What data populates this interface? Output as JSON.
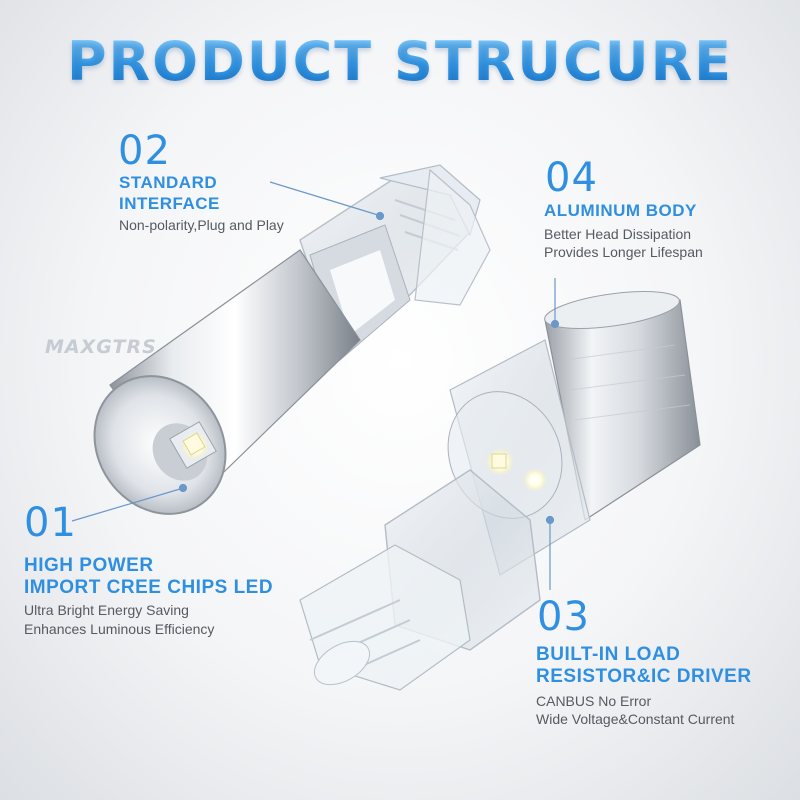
{
  "title": "PRODUCT STRUCURE",
  "watermark": "MAXGTRS",
  "colors": {
    "accent": "#2f8fe0",
    "title_gradient_top": "#8fd3ff",
    "title_gradient_bottom": "#1b79cf"
  },
  "features": [
    {
      "number": "01",
      "heading_lines": [
        "HIGH POWER",
        "IMPORT CREE CHIPS LED"
      ],
      "desc_lines": [
        "Ultra Bright Energy Saving",
        "Enhances Luminous Efficiency"
      ]
    },
    {
      "number": "02",
      "heading_lines": [
        "STANDARD",
        "INTERFACE"
      ],
      "desc_lines": [
        "Non-polarity,Plug and Play"
      ]
    },
    {
      "number": "03",
      "heading_lines": [
        "BUILT-IN LOAD",
        "RESISTOR&IC DRIVER"
      ],
      "desc_lines": [
        "CANBUS No Error",
        "Wide Voltage&Constant Current"
      ]
    },
    {
      "number": "04",
      "heading_lines": [
        "ALUMINUM BODY"
      ],
      "desc_lines": [
        "Better Head Dissipation",
        "Provides Longer Lifespan"
      ]
    }
  ]
}
